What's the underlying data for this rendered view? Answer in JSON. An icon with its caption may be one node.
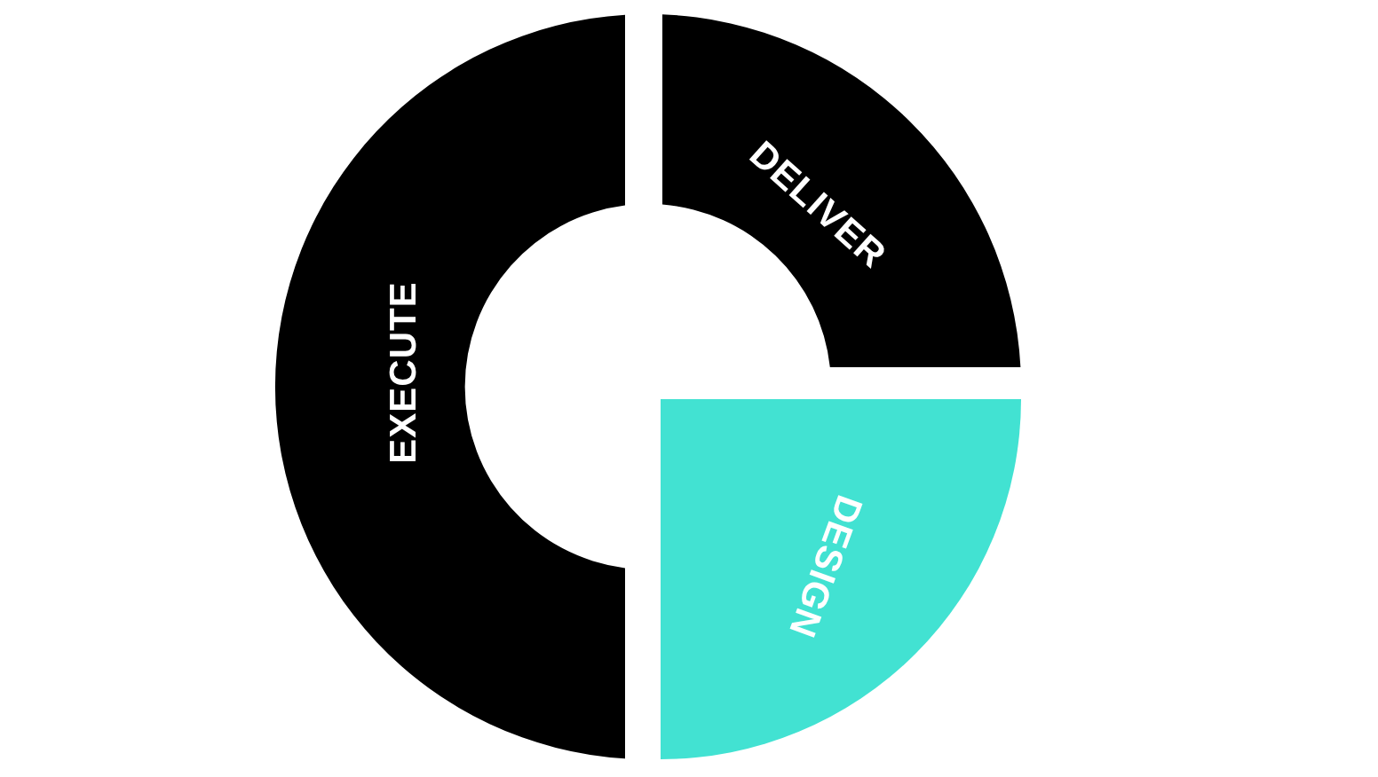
{
  "diagram": {
    "nodes": [
      {
        "text": [
          "EXECUTE"
        ]
      },
      {
        "text": [
          "DELIVER"
        ]
      },
      {
        "text": [
          "DESIGN"
        ]
      }
    ]
  }
}
